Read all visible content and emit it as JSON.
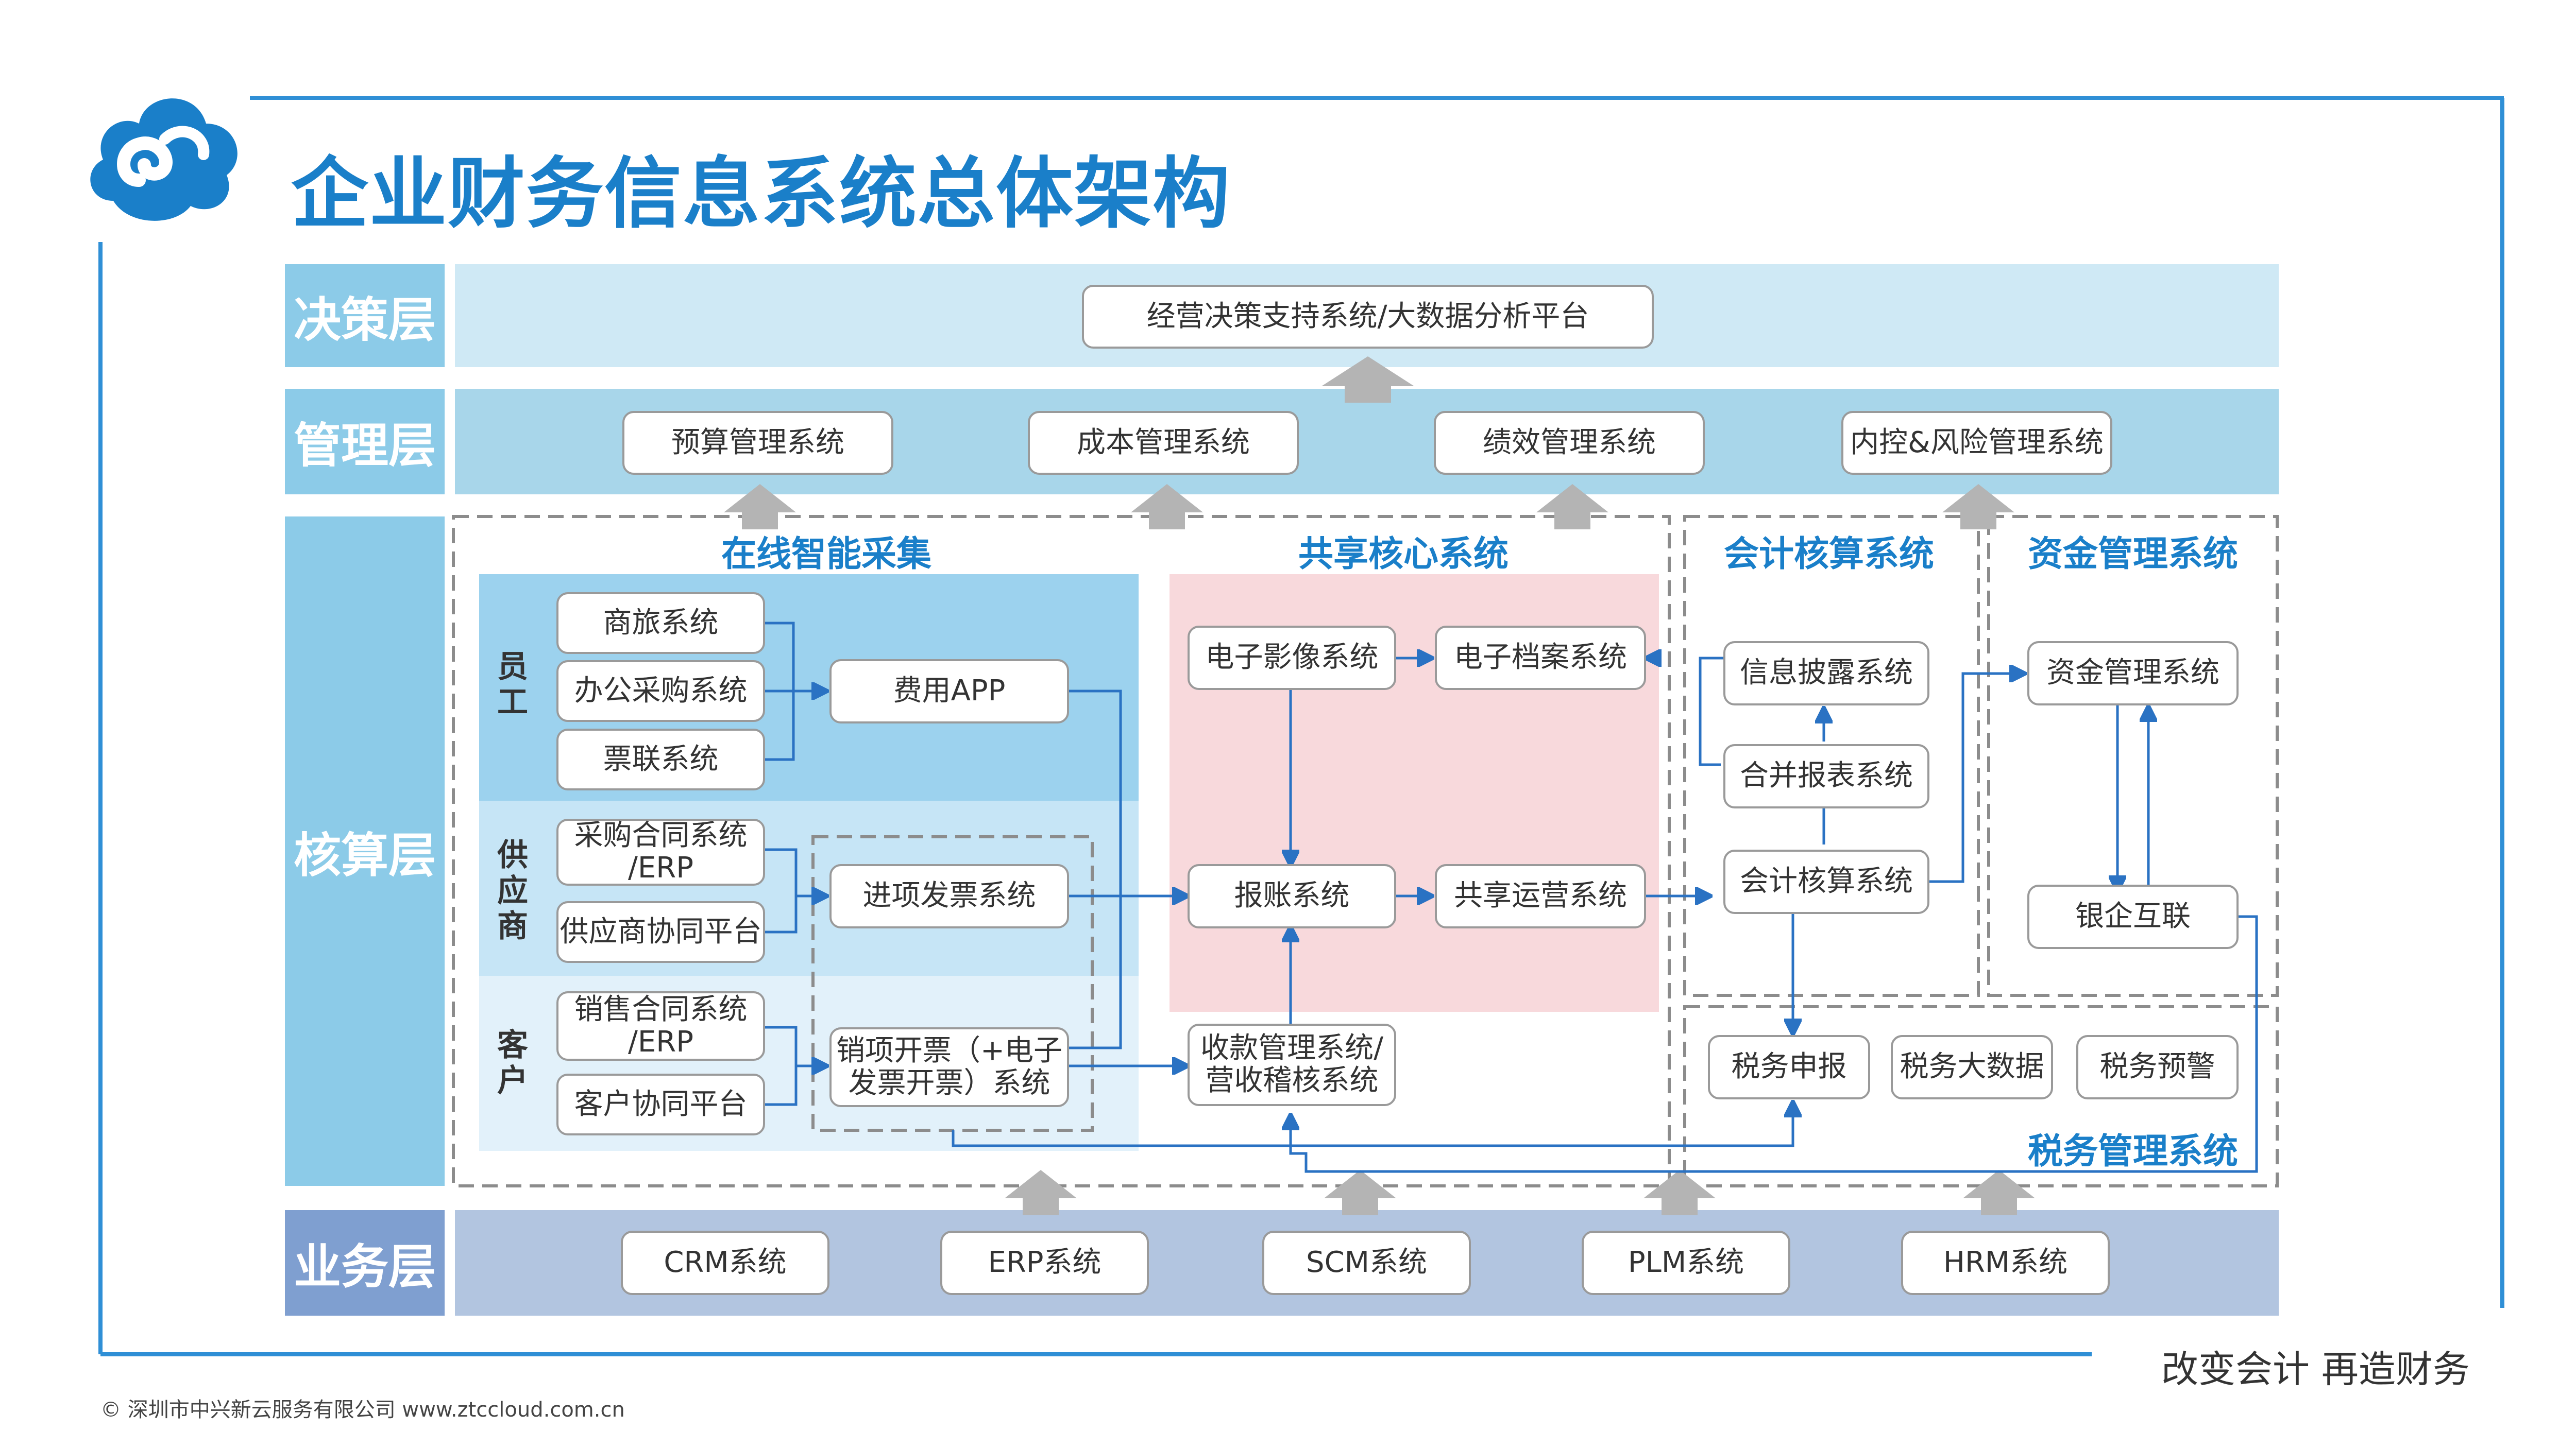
{
  "title": "企业财务信息系统总体架构",
  "layers": {
    "decision": "决策层",
    "management": "管理层",
    "accounting": "核算层",
    "business": "业务层"
  },
  "decision": {
    "platform": "经营决策支持系统/大数据分析平台"
  },
  "management": {
    "items": [
      "预算管理系统",
      "成本管理系统",
      "绩效管理系统",
      "内控&风险管理系统"
    ]
  },
  "sections": {
    "online": "在线智能采集",
    "shared": "共享核心系统",
    "accounting": "会计核算系统",
    "funds": "资金管理系统",
    "tax": "税务管理系统"
  },
  "groups": {
    "employee": "员\n工",
    "supplier": "供\n应\n商",
    "customer": "客\n户"
  },
  "online": {
    "travel": "商旅系统",
    "office_purchase": "办公采购系统",
    "ticket_link": "票联系统",
    "expense_app": "费用APP",
    "purchase_contract": "采购合同系统\n/ERP",
    "supplier_platform": "供应商协同平台",
    "input_invoice": "进项发票系统",
    "sales_contract": "销售合同系统\n/ERP",
    "customer_platform": "客户协同平台",
    "output_invoice": "销项开票（+电子\n发票开票）系统"
  },
  "shared": {
    "image": "电子影像系统",
    "archive": "电子档案系统",
    "reimburse": "报账系统",
    "operation": "共享运营系统",
    "receivable": "收款管理系统/\n营收稽核系统"
  },
  "accounting_sys": {
    "disclosure": "信息披露系统",
    "consolidation": "合并报表系统",
    "accounting": "会计核算系统"
  },
  "funds_sys": {
    "funds": "资金管理系统",
    "bank": "银企互联"
  },
  "tax_sys": {
    "declare": "税务申报",
    "bigdata": "税务大数据",
    "warning": "税务预警"
  },
  "business": {
    "items": [
      "CRM系统",
      "ERP系统",
      "SCM系统",
      "PLM系统",
      "HRM系统"
    ]
  },
  "footer": {
    "copyright": "© 深圳市中兴新云服务有限公司   www.ztccloud.com.cn",
    "slogan": "改变会计  再造财务"
  },
  "colors": {
    "brand_blue": "#1a7fc9",
    "frame_blue": "#2f8fd6",
    "band_light": "#cfe9f5",
    "band_mgmt": "#a8d6ea",
    "layer_label": "#8ccbe8",
    "business_band": "#b2c5e0",
    "business_label": "#7f9fd0",
    "employee_bg": "#9cd2ee",
    "supplier_bg": "#c6e5f6",
    "customer_bg": "#e2f1fa",
    "shared_bg": "#f8d9dc",
    "arrow_gray": "#b4b4b4",
    "connector": "#2a72c3"
  }
}
